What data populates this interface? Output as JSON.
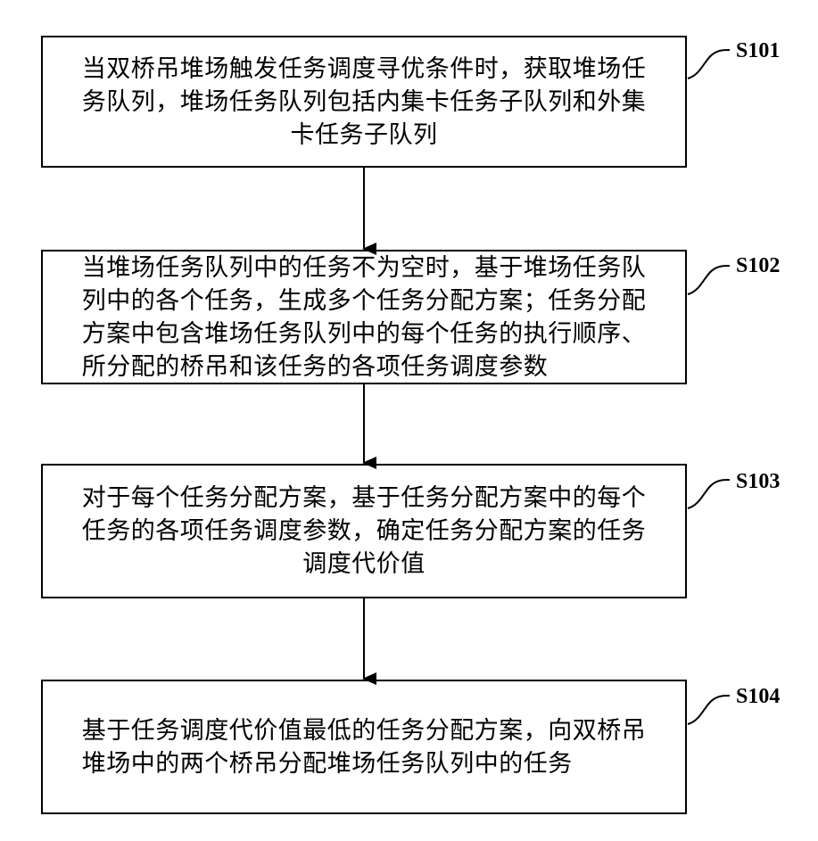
{
  "steps": [
    {
      "id": "S101",
      "lines": [
        "当双桥吊堆场触发任务调度寻优条件时，获取堆场任",
        "务队列，堆场任务队列包括内集卡任务子队列和外集",
        "卡任务子队列"
      ]
    },
    {
      "id": "S102",
      "lines": [
        "当堆场任务队列中的任务不为空时，基于堆场任务队",
        "列中的各个任务，生成多个任务分配方案；任务分配",
        "方案中包含堆场任务队列中的每个任务的执行顺序、",
        "所分配的桥吊和该任务的各项任务调度参数"
      ]
    },
    {
      "id": "S103",
      "lines": [
        "对于每个任务分配方案，基于任务分配方案中的每个",
        "任务的各项任务调度参数，确定任务分配方案的任务",
        "调度代价值"
      ]
    },
    {
      "id": "S104",
      "lines": [
        "基于任务调度代价值最低的任务分配方案，向双桥吊",
        "堆场中的两个桥吊分配堆场任务队列中的任务"
      ]
    }
  ]
}
